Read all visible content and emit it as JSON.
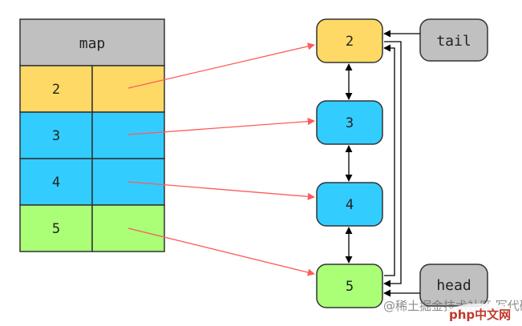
{
  "diagram": {
    "map_table": {
      "header": "map",
      "rows": [
        {
          "key": "2",
          "color": "#ffd966"
        },
        {
          "key": "3",
          "color": "#33ccff"
        },
        {
          "key": "4",
          "color": "#33ccff"
        },
        {
          "key": "5",
          "color": "#aaff77"
        }
      ],
      "header_color": "#c0c0c0"
    },
    "linked_list": {
      "nodes": [
        {
          "label": "2",
          "color": "#ffd966"
        },
        {
          "label": "3",
          "color": "#33ccff"
        },
        {
          "label": "4",
          "color": "#33ccff"
        },
        {
          "label": "5",
          "color": "#aaff77"
        }
      ]
    },
    "pointers": {
      "tail": {
        "label": "tail",
        "color": "#c0c0c0"
      },
      "head": {
        "label": "head",
        "color": "#c0c0c0"
      }
    },
    "colors": {
      "map_arrow": "#ff5a5a",
      "list_arrow": "#000000",
      "border": "#333333"
    },
    "watermark": {
      "text": "@稀土掘金技术社区 写代码的阿宗",
      "logo_text": "php中文网"
    }
  }
}
